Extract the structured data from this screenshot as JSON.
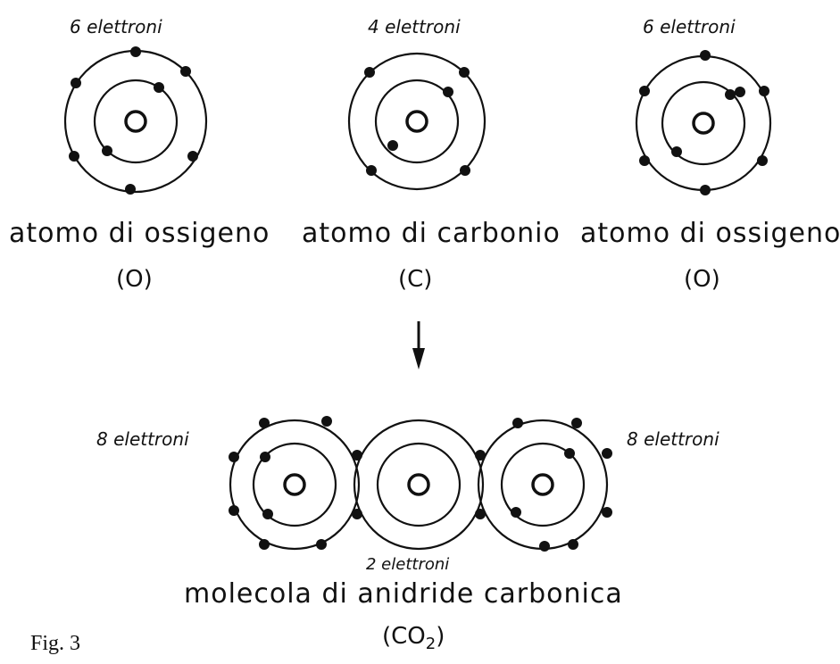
{
  "atoms": [
    {
      "electron_label": "6 elettroni",
      "name": "atomo di ossigeno",
      "symbol": "(O)"
    },
    {
      "electron_label": "4 elettroni",
      "name": "atomo di carbonio",
      "symbol": "(C)"
    },
    {
      "electron_label": "6 elettroni",
      "name": "atomo di ossigeno",
      "symbol": "(O)"
    }
  ],
  "arrow_icon": "down-arrow-icon",
  "molecule": {
    "left_electron_label": "8 elettroni",
    "right_electron_label": "8 elettroni",
    "shared_electron_label": "2 elettroni",
    "name": "molecola di anidride carbonica",
    "formula_main": "(CO",
    "formula_sub": "2",
    "formula_close": ")"
  },
  "figure_label": "Fig. 3"
}
